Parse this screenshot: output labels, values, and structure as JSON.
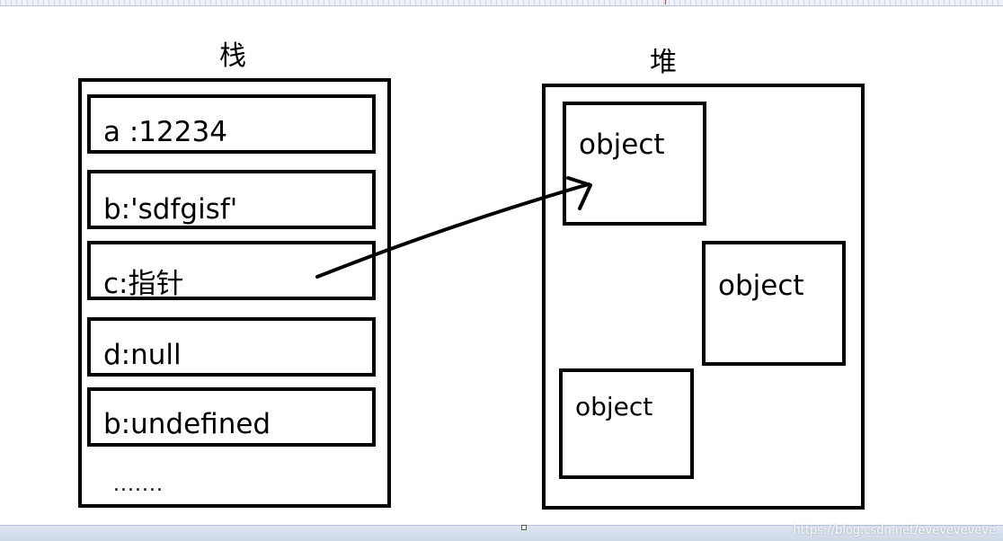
{
  "stack": {
    "title": "栈",
    "cells": [
      "a :12234",
      "b:'sdfgisf'",
      "c:指针",
      "d:null",
      "b:undefined"
    ],
    "ellipsis": "......."
  },
  "heap": {
    "title": "堆",
    "objects": [
      "object",
      "object",
      "object"
    ]
  },
  "watermark": "https://blog.csdn.net/eveveveveve"
}
